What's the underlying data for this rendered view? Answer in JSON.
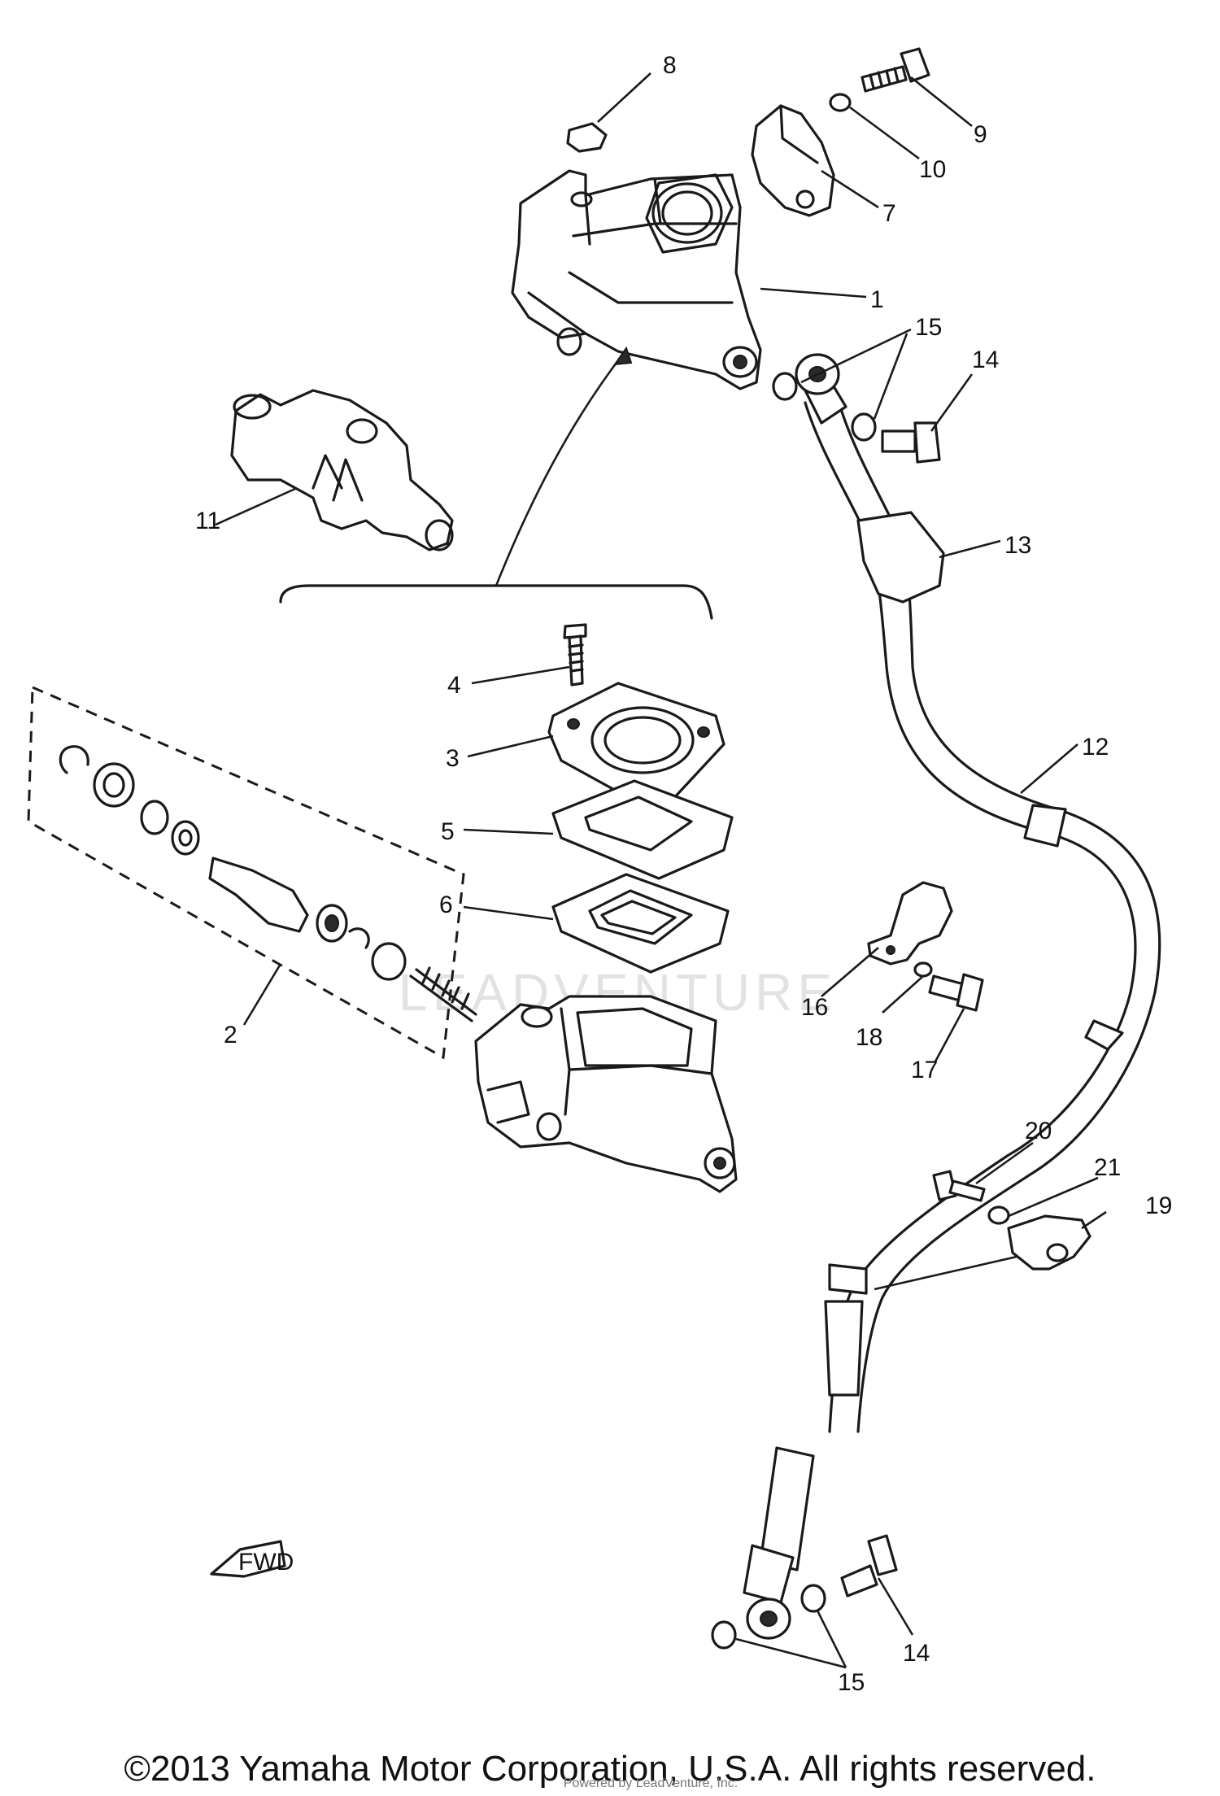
{
  "diagram": {
    "callouts": {
      "c1": "1",
      "c2": "2",
      "c3": "3",
      "c4": "4",
      "c5": "5",
      "c6": "6",
      "c7": "7",
      "c8": "8",
      "c9": "9",
      "c10": "10",
      "c11": "11",
      "c12": "12",
      "c13": "13",
      "c14a": "14",
      "c14b": "14",
      "c15a": "15",
      "c15b": "15",
      "c16": "16",
      "c17": "17",
      "c18": "18",
      "c19": "19",
      "c20": "20",
      "c21": "21"
    },
    "fwd_label": "FWD",
    "watermark": "LEADVENTURE"
  },
  "footer": {
    "copyright": "©2013 Yamaha Motor Corporation, U.S.A. All rights reserved.",
    "source_note": "Powered by LeadVenture, Inc."
  }
}
